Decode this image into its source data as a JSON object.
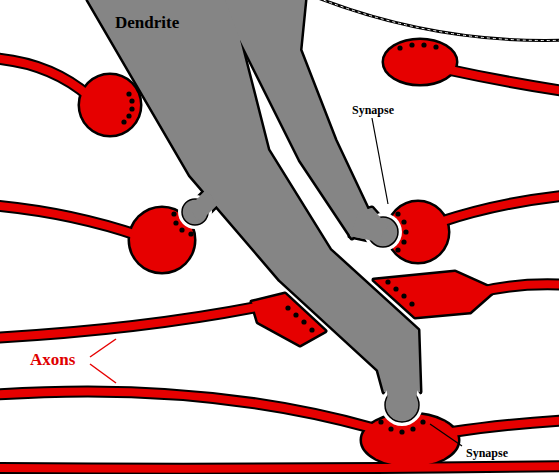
{
  "diagram": {
    "labels": [
      "Dendrite",
      "Synapse",
      "Synapse",
      "Axons"
    ]
  }
}
